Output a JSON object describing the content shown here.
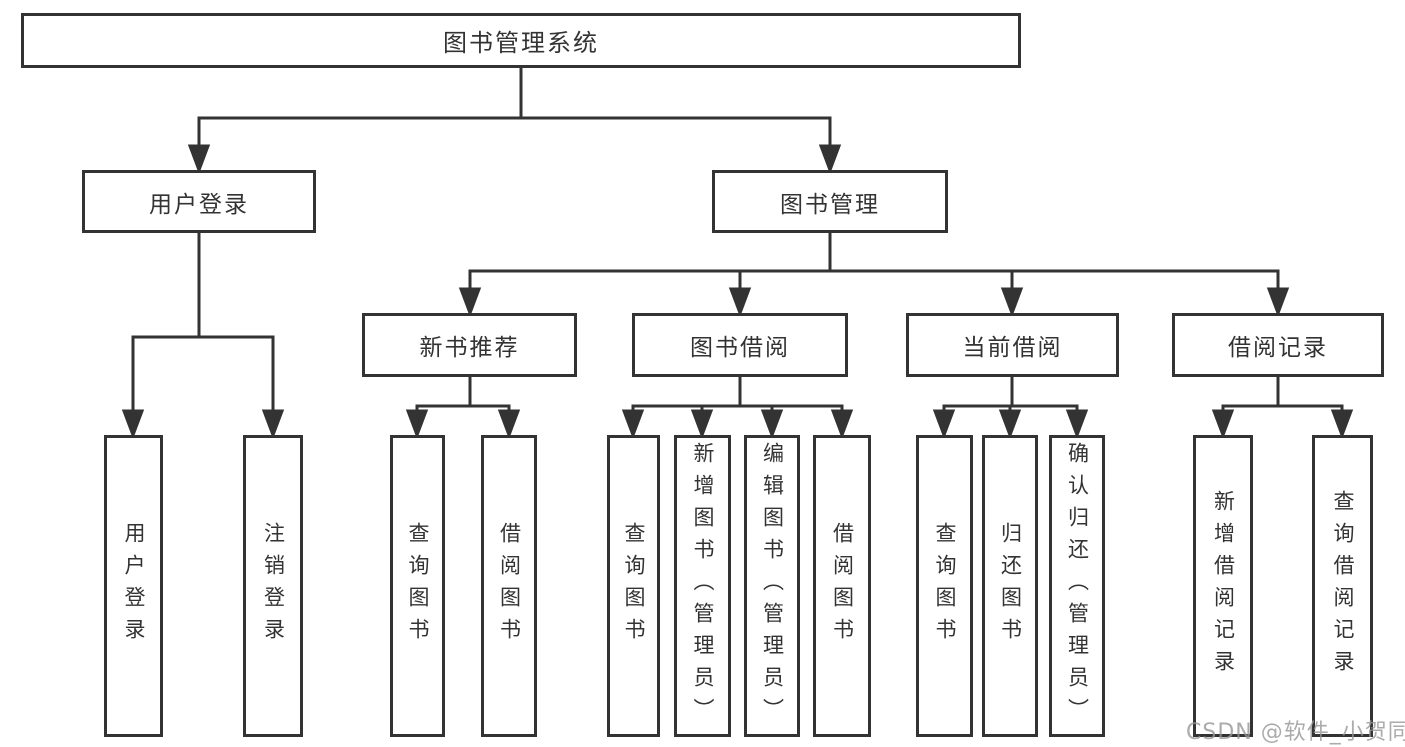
{
  "diagram": {
    "title": "图书管理系统",
    "type": "功能结构图",
    "colors": {
      "border": "#333333",
      "line": "#333333",
      "text": "#333333",
      "background": "#ffffff",
      "watermark": "#969696"
    },
    "tree": {
      "root": {
        "label": "图书管理系统",
        "children": [
          {
            "label": "用户登录",
            "children": [
              {
                "label": "用户登录"
              },
              {
                "label": "注销登录"
              }
            ]
          },
          {
            "label": "图书管理",
            "children": [
              {
                "label": "新书推荐",
                "children": [
                  {
                    "label": "查询图书"
                  },
                  {
                    "label": "借阅图书"
                  }
                ]
              },
              {
                "label": "图书借阅",
                "children": [
                  {
                    "label": "查询图书"
                  },
                  {
                    "label": "新增图书（管理员）"
                  },
                  {
                    "label": "编辑图书（管理员）"
                  },
                  {
                    "label": "借阅图书"
                  }
                ]
              },
              {
                "label": "当前借阅",
                "children": [
                  {
                    "label": "查询图书"
                  },
                  {
                    "label": "归还图书"
                  },
                  {
                    "label": "确认归还（管理员）"
                  }
                ]
              },
              {
                "label": "借阅记录",
                "children": [
                  {
                    "label": "新增借阅记录"
                  },
                  {
                    "label": "查询借阅记录"
                  }
                ]
              }
            ]
          }
        ]
      }
    }
  },
  "watermark": {
    "text": "CSDN @软件_小贺同学"
  }
}
